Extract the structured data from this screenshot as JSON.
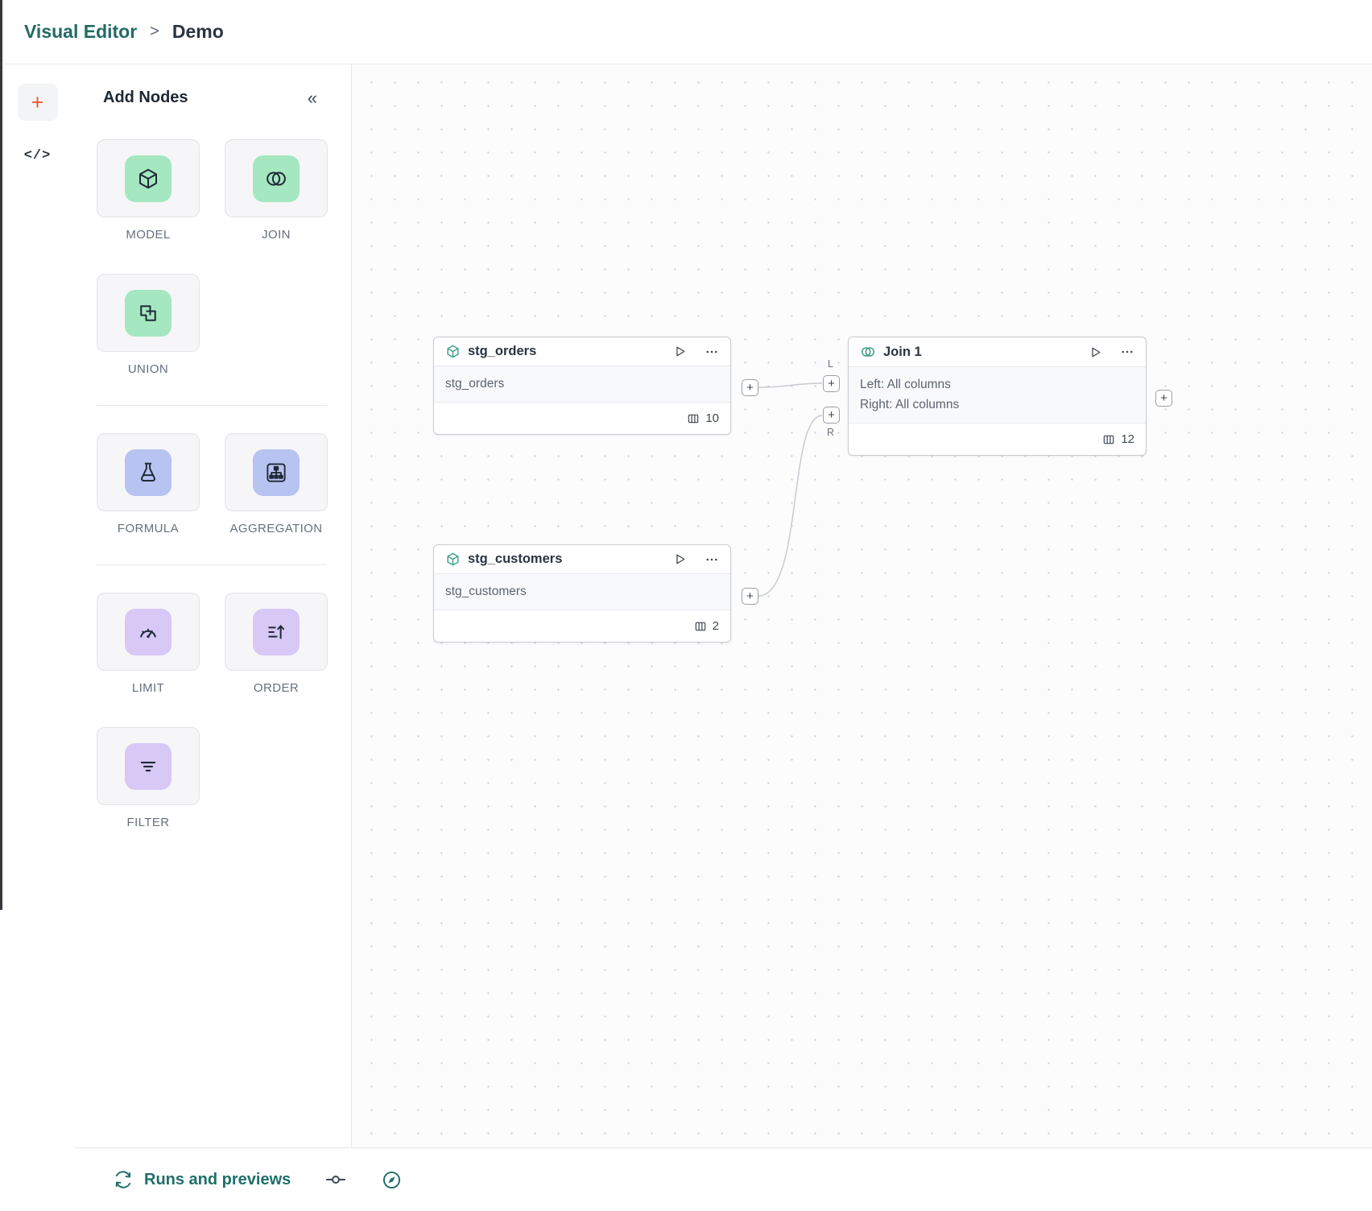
{
  "breadcrumb": {
    "app": "Visual Editor",
    "separator": ">",
    "page": "Demo"
  },
  "rail": {
    "plus": "+",
    "code": "</>"
  },
  "panel": {
    "title": "Add Nodes",
    "collapse": "«",
    "groups": [
      {
        "items": [
          {
            "label": "MODEL",
            "icon": "cube-icon",
            "color": "green"
          },
          {
            "label": "JOIN",
            "icon": "join-circles-icon",
            "color": "green"
          },
          {
            "label": "UNION",
            "icon": "union-squares-icon",
            "color": "green"
          }
        ]
      },
      {
        "items": [
          {
            "label": "FORMULA",
            "icon": "flask-icon",
            "color": "blue"
          },
          {
            "label": "AGGREGATION",
            "icon": "sitemap-icon",
            "color": "blue"
          }
        ]
      },
      {
        "items": [
          {
            "label": "LIMIT",
            "icon": "gauge-icon",
            "color": "purple"
          },
          {
            "label": "ORDER",
            "icon": "sort-icon",
            "color": "purple"
          },
          {
            "label": "FILTER",
            "icon": "filter-lines-icon",
            "color": "purple"
          }
        ]
      }
    ]
  },
  "canvas": {
    "plus": "+",
    "port_labels": {
      "left": "L",
      "right": "R"
    },
    "nodes": {
      "stg_orders": {
        "title": "stg_orders",
        "body": "stg_orders",
        "count": "10"
      },
      "stg_customers": {
        "title": "stg_customers",
        "body": "stg_customers",
        "count": "2"
      },
      "join1": {
        "title": "Join 1",
        "left_line": "Left: All columns",
        "right_line": "Right: All columns",
        "count": "12"
      }
    }
  },
  "statusbar": {
    "runs_label": "Runs and previews"
  },
  "colors": {
    "accent_teal": "#1f6e69",
    "plus_orange": "#ee5b36",
    "node_green": "#a5e7c0",
    "node_blue": "#b7c3f0",
    "node_purple": "#d8c8f5"
  }
}
